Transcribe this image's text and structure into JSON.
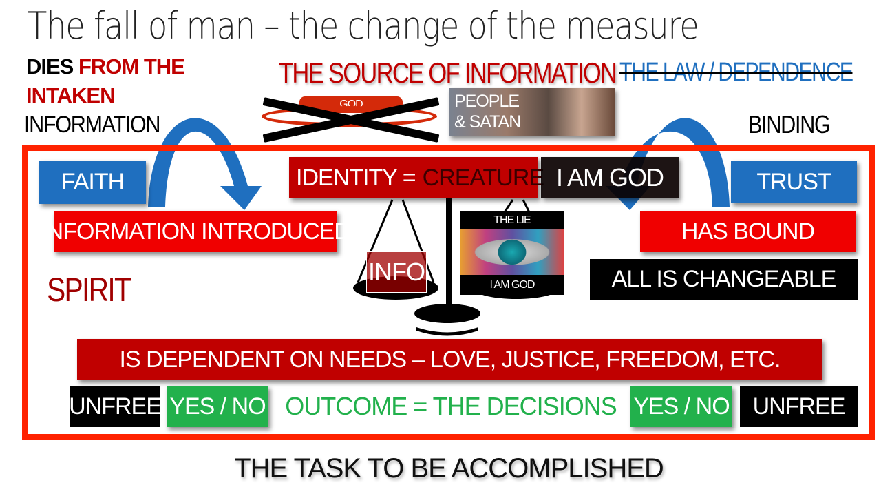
{
  "title": "The fall of man – the change of the measure",
  "left_header": {
    "dies": "DIES",
    "from_the": "FROM THE",
    "intaken": "INTAKEN",
    "information": "INFORMATION"
  },
  "source_heading": "THE SOURCE OF INFORMATION",
  "law_heading": "THE LAW / DEPENDENCE",
  "god_label": "GOD",
  "people_label_1": "PEOPLE",
  "people_label_2": "& SATAN",
  "binding": "BINDING",
  "faith": "FAITH",
  "trust": "TRUST",
  "information_introduced": "INFORMATION INTRODUCED",
  "has_bound": "HAS BOUND",
  "all_is_changeable": "ALL IS CHANGEABLE",
  "spirit": "SPIRIT",
  "identity": "IDENTITY =",
  "creature": "CREATURE",
  "i_am_god": "I AM GOD",
  "info": "INFO",
  "the_lie": "THE LIE",
  "lie_caption": "I AM GOD",
  "needs_bar": "IS DEPENDENT ON NEEDS – LOVE, JUSTICE, FREEDOM, ETC.",
  "unfree": "UNFREE",
  "yes_no": "YES / NO",
  "outcome": "OUTCOME = THE DECISIONS",
  "footer": "THE TASK TO BE ACCOMPLISHED",
  "colors": {
    "red": "#e00000",
    "dark_red": "#c00000",
    "blue": "#1f6fbf",
    "green": "#22b14c",
    "border": "#ff2200"
  }
}
